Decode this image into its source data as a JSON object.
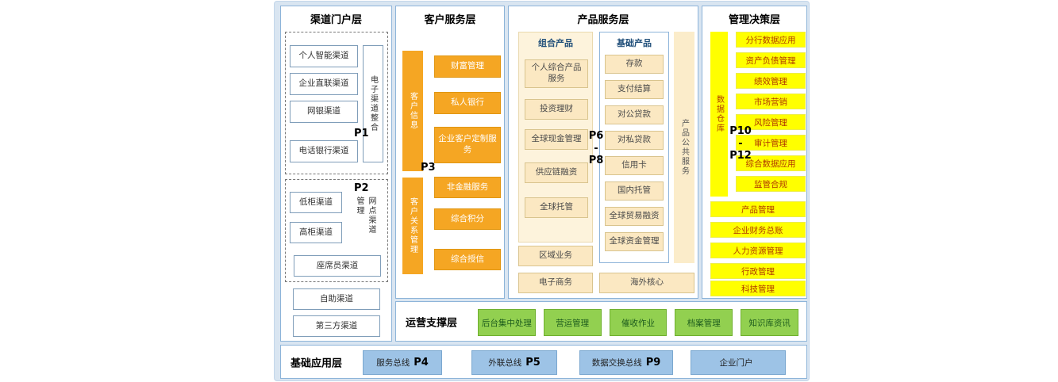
{
  "layers": {
    "channel": {
      "title": "渠道门户层",
      "group1": {
        "p_label": "P1",
        "side_label": "电子渠道整合",
        "items": [
          "个人智能渠道",
          "企业直联渠道",
          "网银渠道",
          "电话银行渠道"
        ]
      },
      "group2": {
        "p_label": "P2",
        "side_label": "网点渠道管理",
        "items": [
          "低柜渠道",
          "高柜渠道"
        ],
        "bottom_item": "座席员渠道"
      },
      "extra_items": [
        "自助渠道",
        "第三方渠道"
      ]
    },
    "customer": {
      "title": "客户服务层",
      "p_label": "P3",
      "section1": {
        "bar": "客户信息",
        "items": [
          "财富管理",
          "私人银行",
          "企业客户定制服务"
        ]
      },
      "section2": {
        "bar": "客户关系管理",
        "items": [
          "非金融服务",
          "综合积分",
          "综合授信"
        ]
      }
    },
    "product": {
      "title": "产品服务层",
      "p_range": {
        "top": "P6",
        "sep": "-",
        "bottom": "P8"
      },
      "combo": {
        "title": "组合产品",
        "items": [
          "个人综合产品服务",
          "投资理财",
          "全球现金管理",
          "供应链融资",
          "全球托管"
        ]
      },
      "basic": {
        "title": "基础产品",
        "items": [
          "存款",
          "支付结算",
          "对公贷款",
          "对私贷款",
          "信用卡",
          "国内托管",
          "全球贸易融资",
          "全球资金管理"
        ]
      },
      "public_bar": "产品公共服务",
      "left_bottom_items": [
        "区域业务",
        "电子商务"
      ],
      "overseas_item": "海外核心"
    },
    "management": {
      "title": "管理决策层",
      "warehouse_bar": "数据仓库",
      "p_range": {
        "top": "P10",
        "sep": "-",
        "bottom": "P12"
      },
      "data_apps": [
        "分行数据应用",
        "资产负债管理",
        "绩效管理",
        "市场营销",
        "风险管理",
        "审计管理",
        "综合数据应用",
        "监管合规"
      ],
      "mgmt_apps": [
        "产品管理",
        "企业财务总账",
        "人力资源管理",
        "行政管理",
        "科技管理"
      ]
    },
    "operation": {
      "title": "运营支撑层",
      "items": [
        "后台集中处理",
        "营运管理",
        "催收作业",
        "档案管理",
        "知识库资讯"
      ]
    },
    "foundation": {
      "title": "基础应用层",
      "items": [
        {
          "label": "服务总线",
          "p": "P4"
        },
        {
          "label": "外联总线",
          "p": "P5"
        },
        {
          "label": "数据交换总线",
          "p": "P9"
        },
        {
          "label": "企业门户",
          "p": ""
        }
      ]
    }
  },
  "colors": {
    "board_bg": "#d9e5f1",
    "panel_border": "#8db4d9",
    "orange": "#f5a623",
    "yellow": "#ffff00",
    "yellow_text": "#b13a00",
    "green": "#92d050",
    "green_text": "#1d5c1d",
    "blue_box": "#9dc3e6",
    "cream_panel": "#fdf3dc",
    "cream_box": "#fbe8c2",
    "subtitle_blue": "#1f4e79"
  }
}
